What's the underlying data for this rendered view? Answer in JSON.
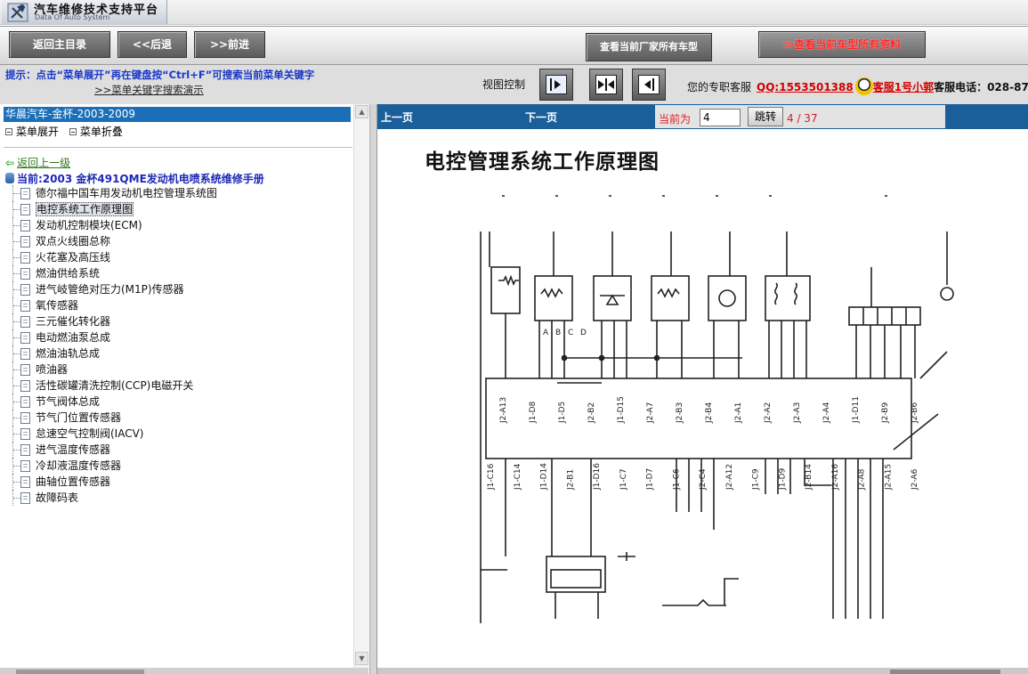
{
  "header": {
    "app_title": "汽车维修技术支持平台",
    "app_subtitle": "Data Of Auto System"
  },
  "toolbar": {
    "home_label": "返回主目录",
    "back_label": "<<后退",
    "forward_label": ">>前进",
    "factory_models_label": "查看当前厂家所有车型",
    "all_info_label": "查看当前车型所有资料"
  },
  "infobar": {
    "hint": "提示：点击“菜单展开”再在键盘按“Ctrl+F”可搜索当前菜单关键字",
    "hint_link": ">>菜单关键字搜索演示",
    "view_control_label": "视图控制",
    "service_label": "您的专职客服",
    "qq": "QQ:1553501388",
    "agent": "客服1号小郭",
    "phone": "客服电话：028-87"
  },
  "left_panel": {
    "breadcrumb": "华晨汽车-金杯-2003-2009",
    "expand_label": "菜单展开",
    "collapse_label": "菜单折叠",
    "back_up_label": "返回上一级",
    "current_manual": "当前:2003 金杯491QME发动机电喷系统维修手册",
    "items": [
      {
        "label": "德尔福中国车用发动机电控管理系统图"
      },
      {
        "label": "电控系统工作原理图"
      },
      {
        "label": "发动机控制模块(ECM)"
      },
      {
        "label": "双点火线圈总称"
      },
      {
        "label": "火花塞及高压线"
      },
      {
        "label": "燃油供给系统"
      },
      {
        "label": "进气岐管绝对压力(M1P)传感器"
      },
      {
        "label": "氧传感器"
      },
      {
        "label": "三元催化转化器"
      },
      {
        "label": "电动燃油泵总成"
      },
      {
        "label": "燃油油轨总成"
      },
      {
        "label": "喷油器"
      },
      {
        "label": "活性碳罐清洗控制(CCP)电磁开关"
      },
      {
        "label": "节气阀体总成"
      },
      {
        "label": "节气门位置传感器"
      },
      {
        "label": "怠速空气控制阀(IACV)"
      },
      {
        "label": "进气温度传感器"
      },
      {
        "label": "冷却液温度传感器"
      },
      {
        "label": "曲轴位置传感器"
      },
      {
        "label": "故障码表"
      }
    ],
    "selected_index": 1
  },
  "pager": {
    "prev_label": "上一页",
    "next_label": "下一页",
    "current_label": "当前为",
    "page_value": "4",
    "jump_label": "跳转",
    "page_count": "4 / 37"
  },
  "document": {
    "title": "电控管理系统工作原理图",
    "pin_labels_top": [
      "J2-A13",
      "J1-D8",
      "J1-D5",
      "J2-B2",
      "J1-D15",
      "J2-A7",
      "J2-B3",
      "J2-B4",
      "J2-A1",
      "J2-A2",
      "J2-A3",
      "J2-A4",
      "J1-D11",
      "J2-B9",
      "J2-B6"
    ],
    "pin_labels_bottom": [
      "J1-C16",
      "J1-C14",
      "J1-D14",
      "J2-B1",
      "J1-D16",
      "J1-C7",
      "J1-D7",
      "J1-C6",
      "J2-C4",
      "J2-A12",
      "J1-C9",
      "J1-D9",
      "J2-B14",
      "J2-A16",
      "J2-A8",
      "J2-A15",
      "J2-A6"
    ],
    "connector_pins": [
      "A",
      "B",
      "C",
      "D"
    ]
  },
  "colors": {
    "accent_blue": "#1b6fb8",
    "pager_blue": "#1b5f9a",
    "hint_blue": "#1a37c8",
    "link_red": "#d40000",
    "green_link": "#2f7a15"
  }
}
